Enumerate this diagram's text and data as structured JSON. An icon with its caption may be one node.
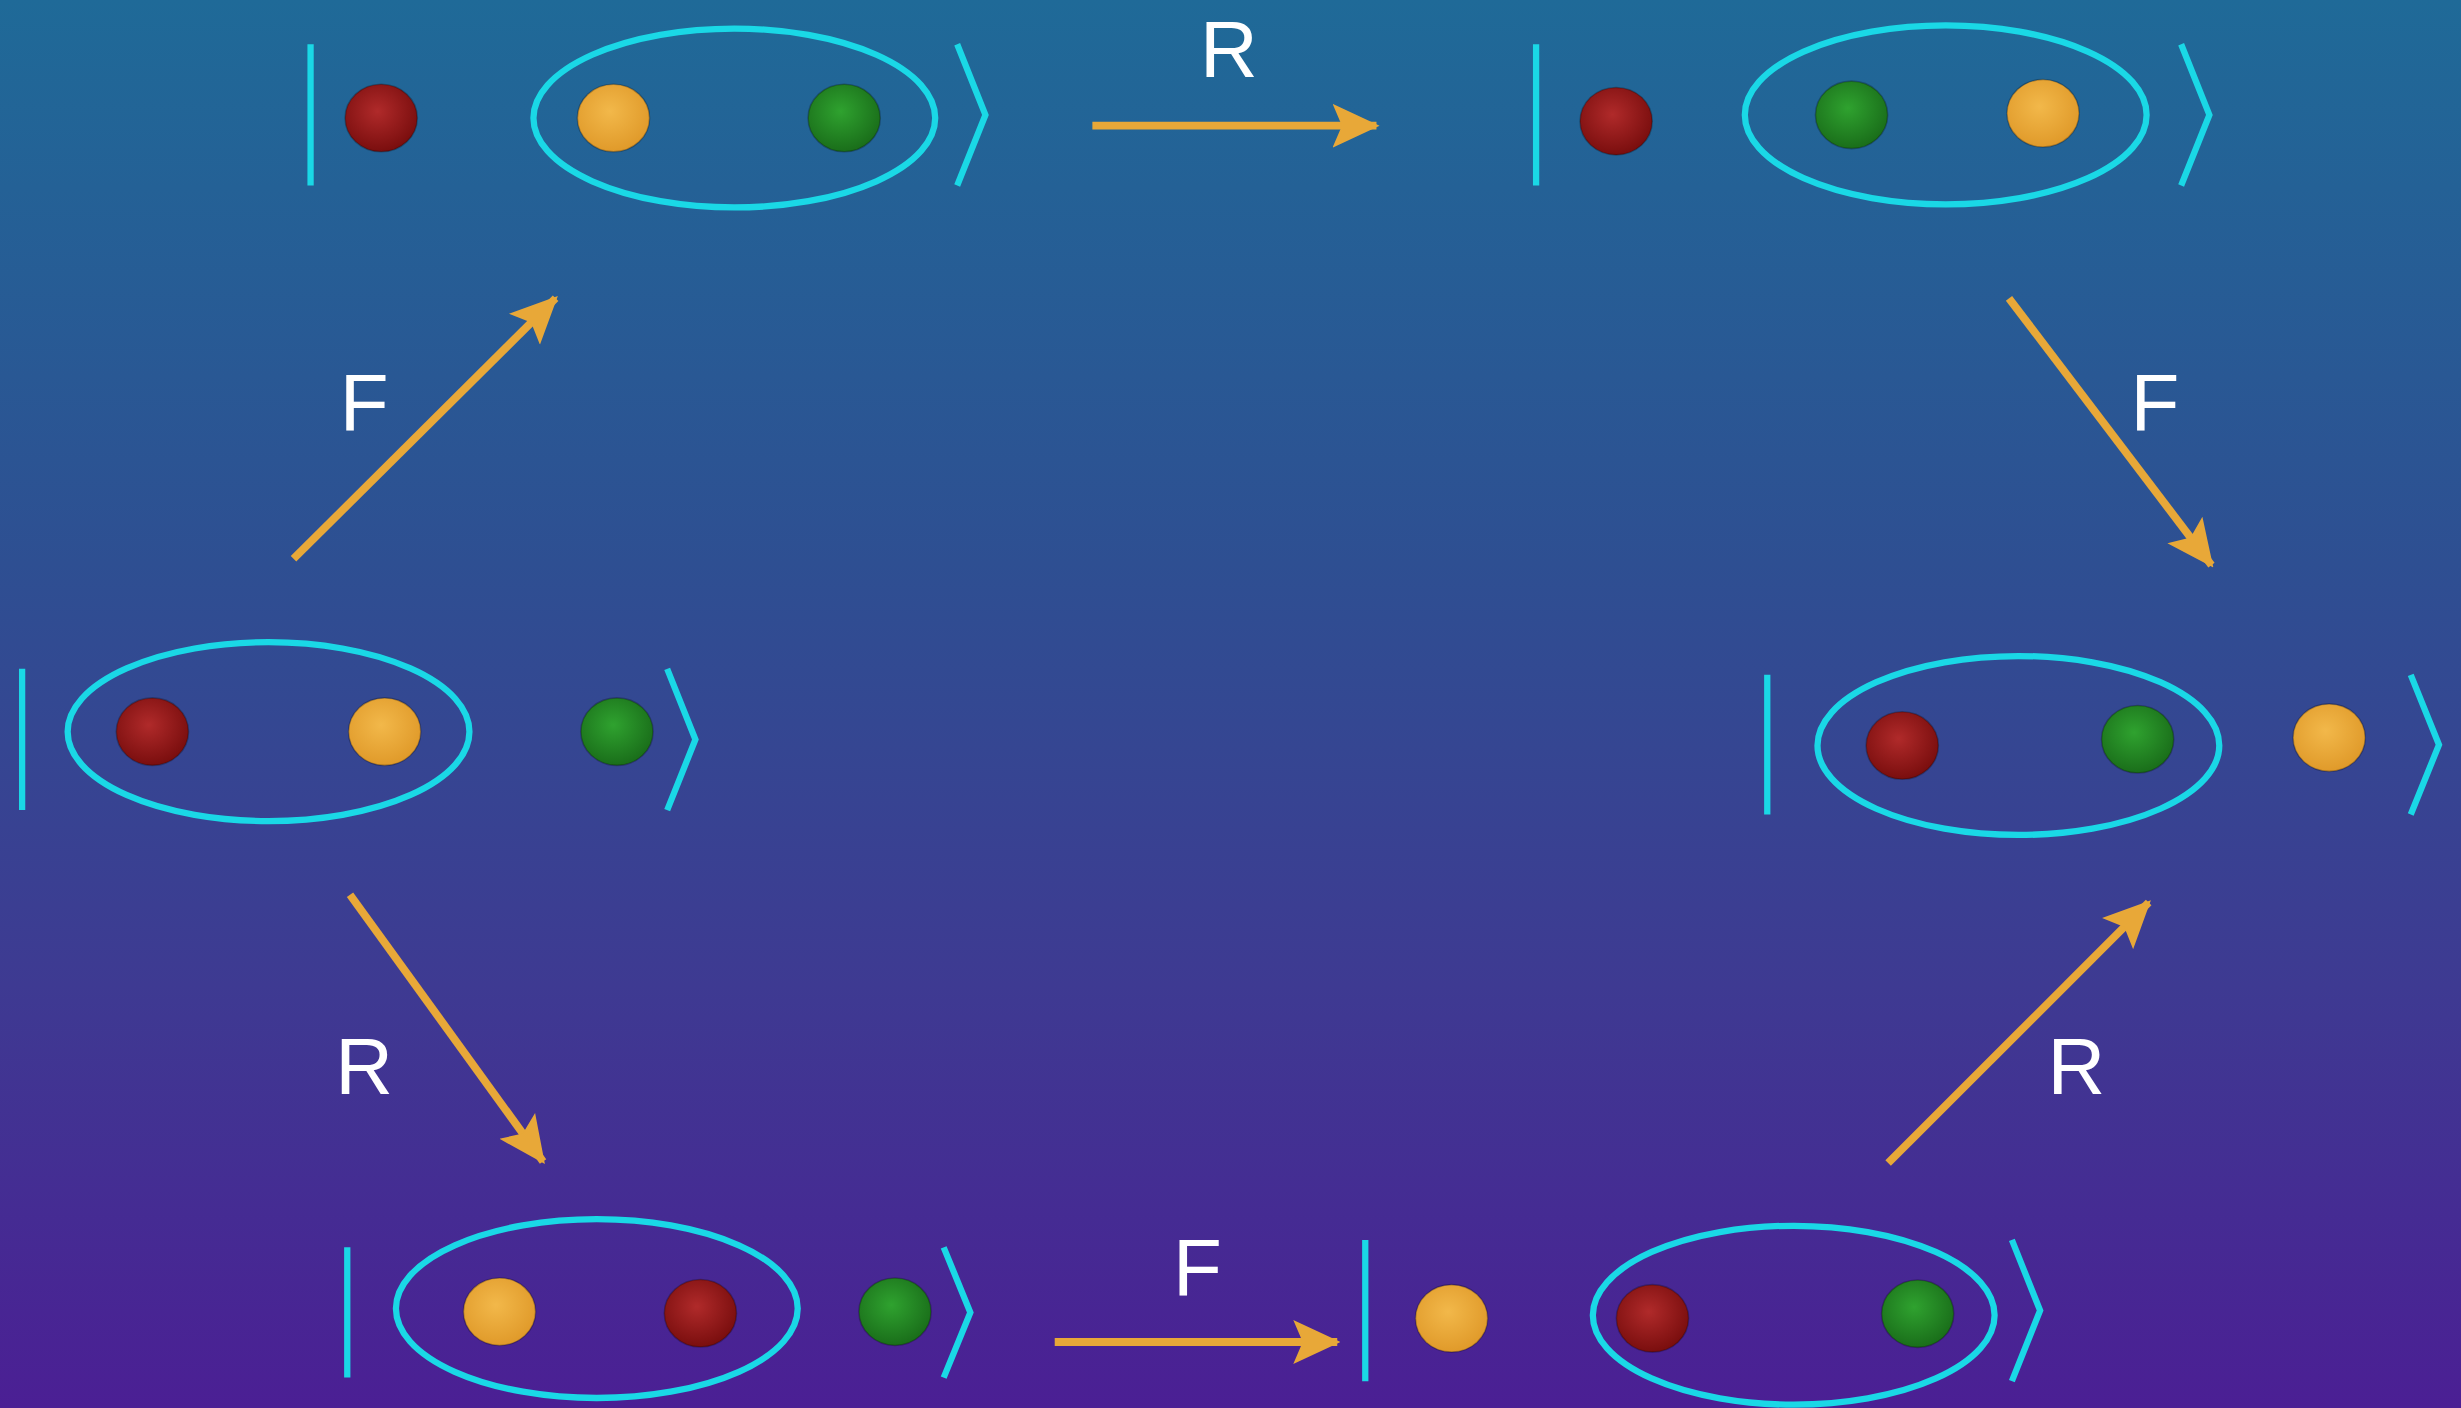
{
  "diagram": {
    "nodes": [
      {
        "text": [],
        "shape": "ket"
      },
      {
        "text": [],
        "shape": "ket"
      },
      {
        "text": [],
        "shape": "ket"
      },
      {
        "text": [],
        "shape": "ket"
      },
      {
        "text": [],
        "shape": "ket"
      },
      {
        "text": [],
        "shape": "ket"
      }
    ],
    "edges": [
      {
        "from": 0,
        "to": 1,
        "arrow": "to",
        "label": "R"
      },
      {
        "from": 2,
        "to": 0,
        "arrow": "to",
        "label": "F"
      },
      {
        "from": 1,
        "to": 3,
        "arrow": "to",
        "label": "F"
      },
      {
        "from": 2,
        "to": 4,
        "arrow": "to",
        "label": "R"
      },
      {
        "from": 4,
        "to": 5,
        "arrow": "to",
        "label": "F"
      },
      {
        "from": 5,
        "to": 3,
        "arrow": "to",
        "label": "R"
      }
    ]
  }
}
